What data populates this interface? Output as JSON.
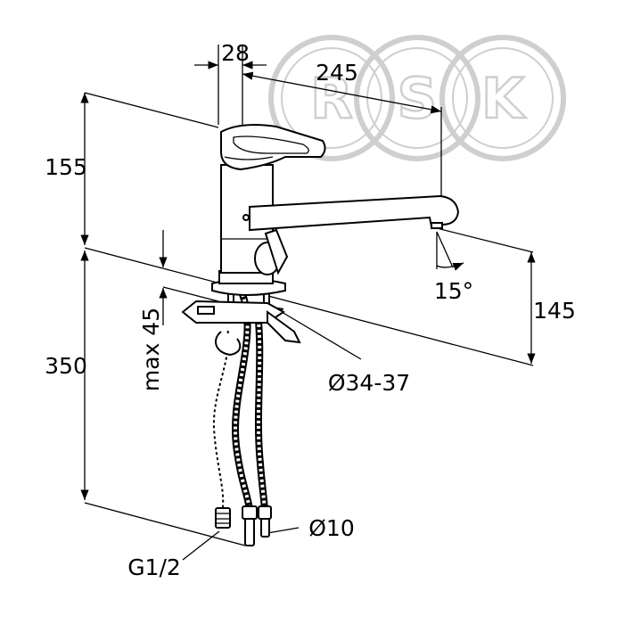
{
  "watermark": {
    "letters": [
      "R",
      "S",
      "K"
    ]
  },
  "dimensions": {
    "body_width": "28",
    "spout_reach": "245",
    "height_above_deck": "155",
    "spout_height": "145",
    "below_deck_length": "350",
    "max_deck_thickness": "max 45",
    "hole_diameter": "Ø34-37",
    "swivel_angle": "15°",
    "hose_diameter": "Ø10",
    "thread": "G1/2"
  },
  "colors": {
    "line": "#000000",
    "watermark": "#cfcfcf"
  }
}
